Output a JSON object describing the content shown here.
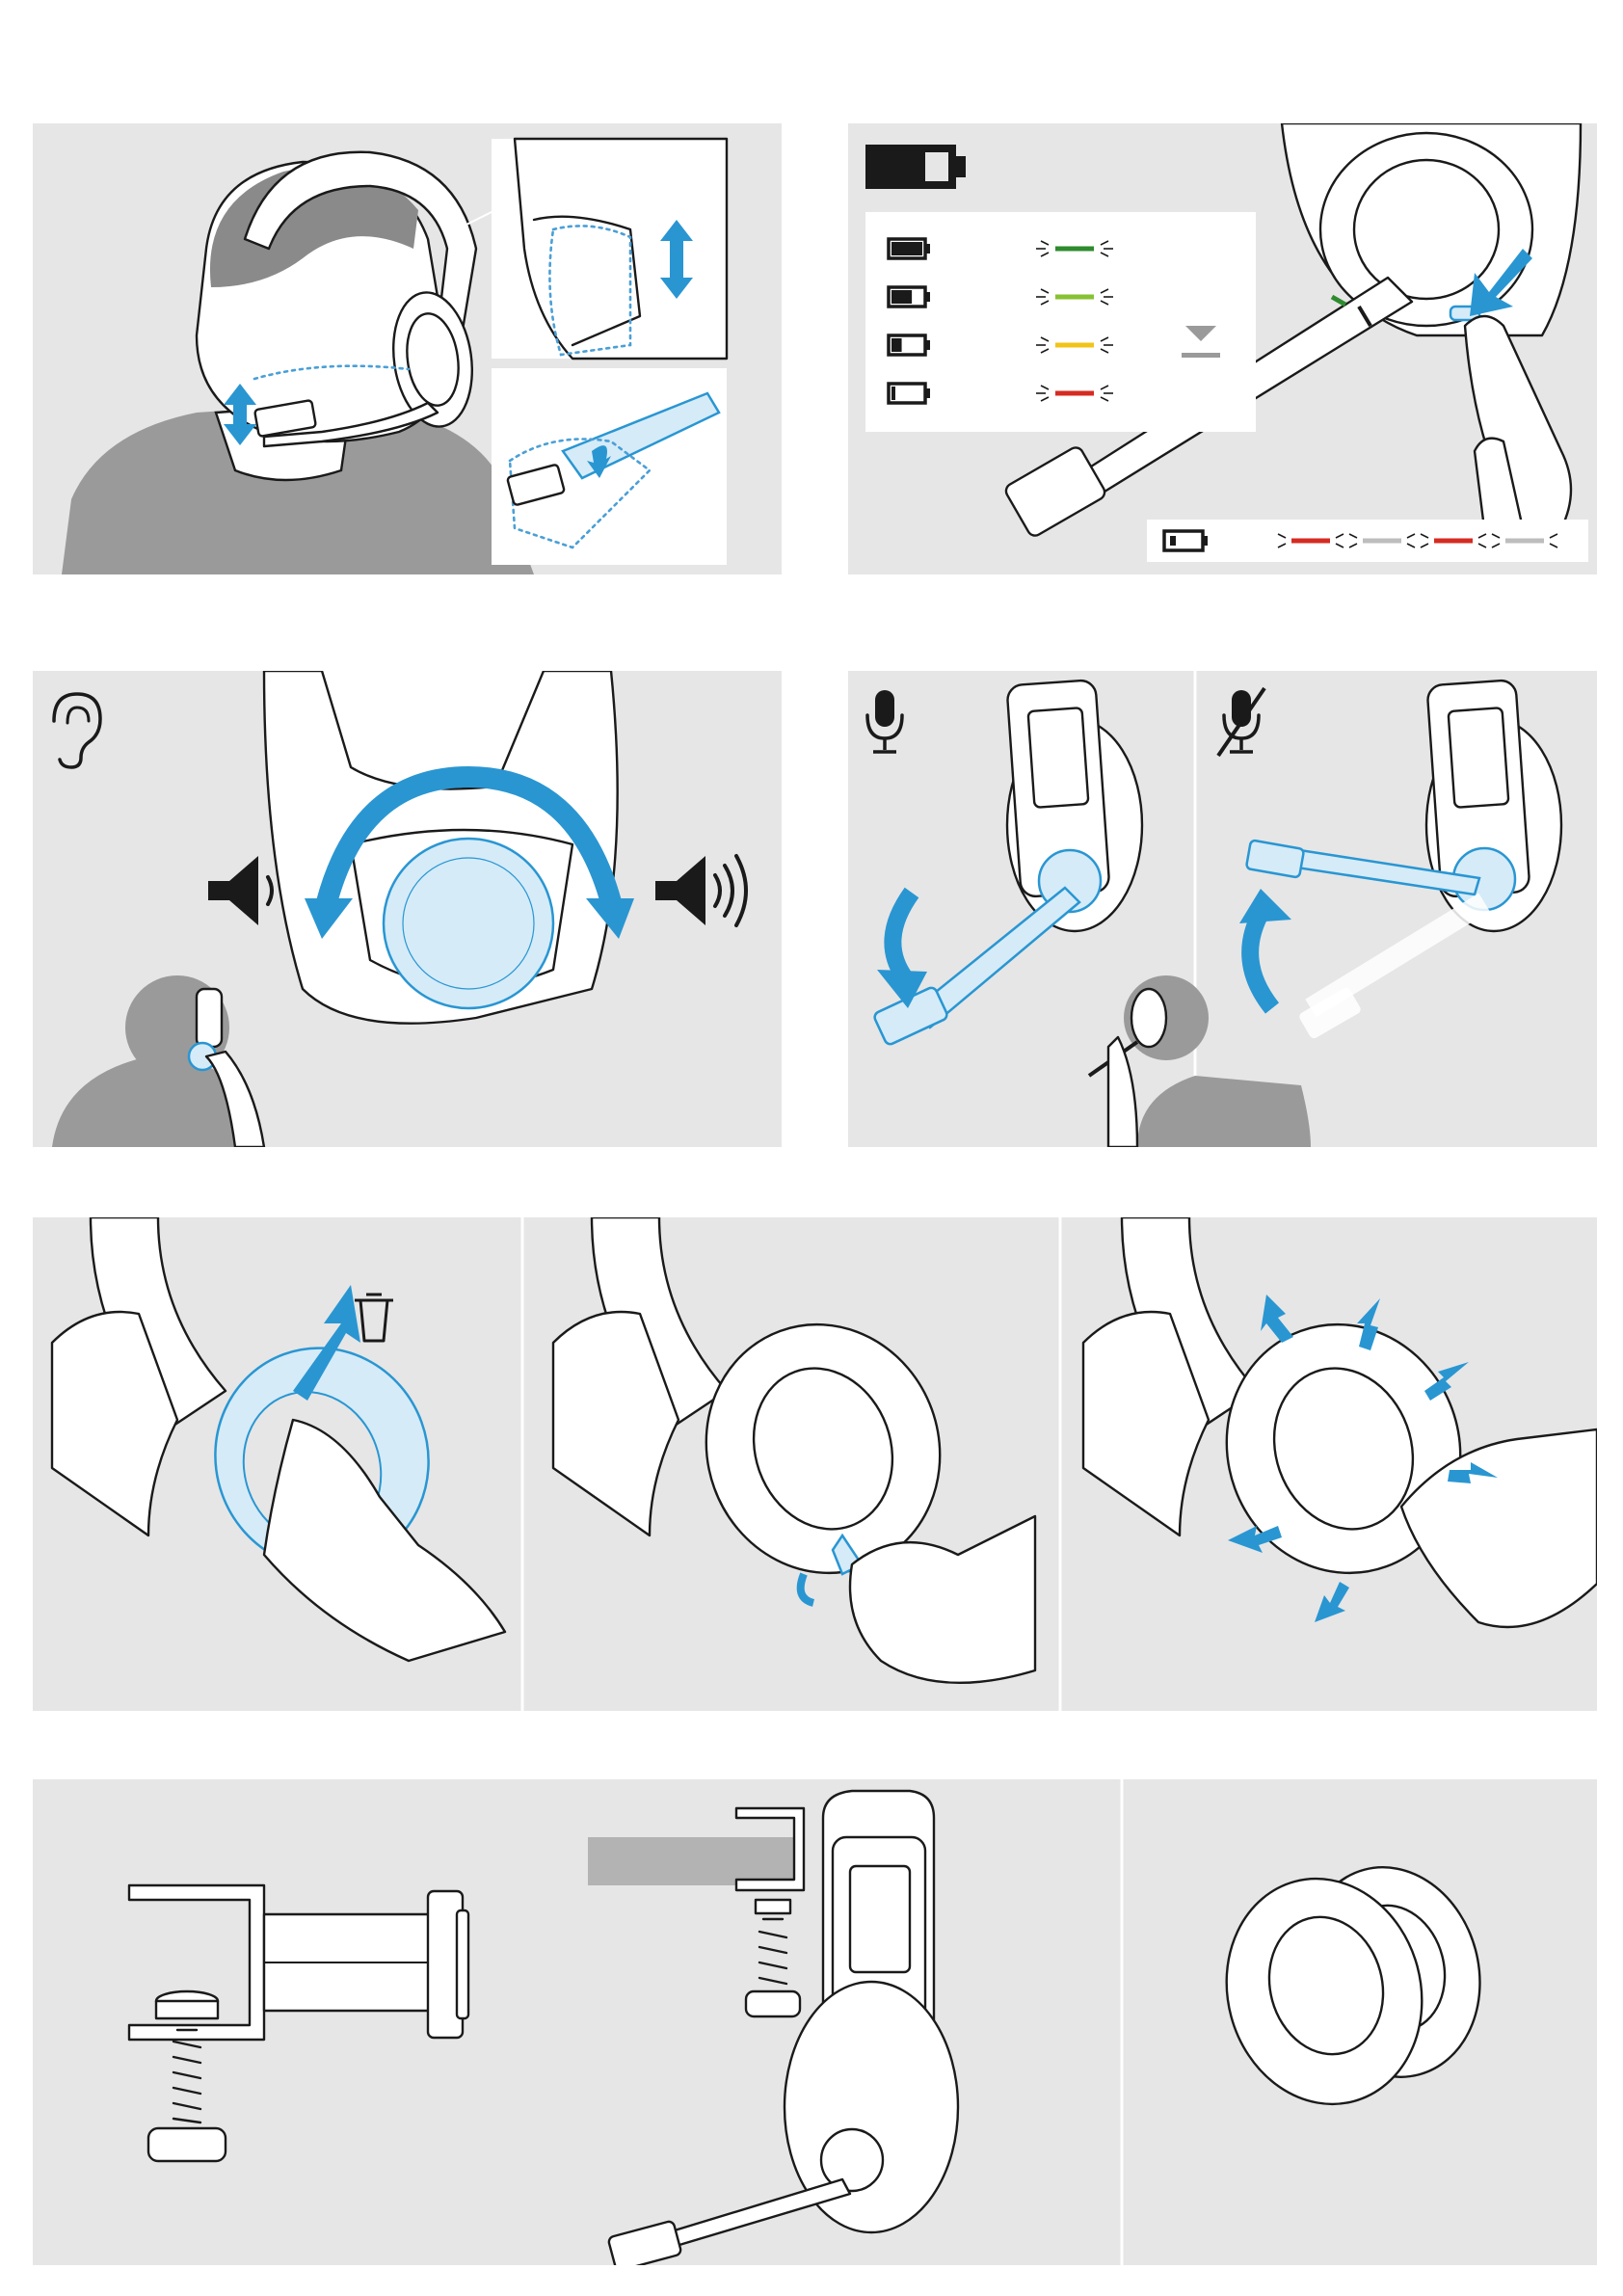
{
  "colors": {
    "background": "#ffffff",
    "panel": "#e6e6e6",
    "accent_blue": "#2996d2",
    "accent_blue_light": "#d5ebf8",
    "person_gray": "#9a9a9a",
    "line": "#1a1a1a",
    "led_full": "#2e8b2e",
    "led_high": "#86c232",
    "led_mid": "#f2c418",
    "led_low": "#d62b20",
    "led_off": "#bdbdbd"
  },
  "battery_legend": {
    "levels": [
      {
        "icon": "battery-full-icon",
        "level": 1.0,
        "led": "green"
      },
      {
        "icon": "battery-high-icon",
        "level": 0.66,
        "led": "light-green"
      },
      {
        "icon": "battery-mid-icon",
        "level": 0.33,
        "led": "yellow"
      },
      {
        "icon": "battery-low-icon",
        "level": 0.1,
        "led": "red"
      }
    ],
    "critical_pattern": [
      "red",
      "gray",
      "red",
      "gray"
    ]
  },
  "icons": {
    "ear": "ear-icon",
    "volume_low": "speaker-low-icon",
    "volume_high": "speaker-high-icon",
    "mic_on": "microphone-icon",
    "mic_off": "microphone-muted-icon",
    "trash": "trash-icon",
    "battery_header": "battery-icon"
  }
}
